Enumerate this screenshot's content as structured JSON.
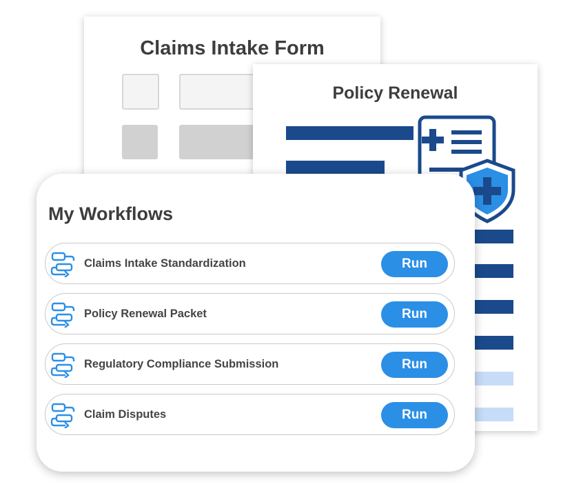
{
  "claims_form": {
    "title": "Claims Intake Form"
  },
  "policy_doc": {
    "title": "Policy Renewal",
    "icons": [
      "medical-document-icon",
      "shield-plus-icon"
    ]
  },
  "workflows": {
    "title": "My Workflows",
    "items": [
      {
        "label": "Claims Intake Standardization",
        "action": "Run",
        "icon": "workflow-icon"
      },
      {
        "label": "Policy Renewal Packet",
        "action": "Run",
        "icon": "workflow-icon"
      },
      {
        "label": "Regulatory Compliance Submission",
        "action": "Run",
        "icon": "workflow-icon"
      },
      {
        "label": "Claim Disputes",
        "action": "Run",
        "icon": "workflow-icon"
      }
    ]
  },
  "colors": {
    "accent": "#2b8fe6",
    "navy": "#1b4a8c",
    "light_blue": "#c7dcf7",
    "text": "#3d3d3d"
  }
}
